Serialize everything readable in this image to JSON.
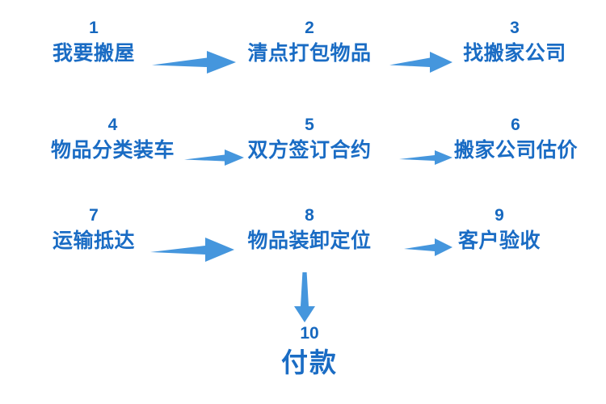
{
  "diagram": {
    "title": "",
    "accent_color": "#1a6cc4",
    "number_color": "#1668bf",
    "arrow_color": "#4596dd",
    "background_color": "#ffffff",
    "steps": [
      {
        "number": "1",
        "label": "我要搬屋"
      },
      {
        "number": "2",
        "label": "清点打包物品"
      },
      {
        "number": "3",
        "label": "找搬家公司"
      },
      {
        "number": "4",
        "label": "物品分类装车"
      },
      {
        "number": "5",
        "label": "双方签订合约"
      },
      {
        "number": "6",
        "label": "搬家公司估价"
      },
      {
        "number": "7",
        "label": "运输抵达"
      },
      {
        "number": "8",
        "label": "物品装卸定位"
      },
      {
        "number": "9",
        "label": "客户验收"
      },
      {
        "number": "10",
        "label": "付款"
      }
    ],
    "connectors": [
      {
        "from": "1",
        "to": "2",
        "direction": "right"
      },
      {
        "from": "2",
        "to": "3",
        "direction": "right"
      },
      {
        "from": "4",
        "to": "5",
        "direction": "right"
      },
      {
        "from": "5",
        "to": "6",
        "direction": "right"
      },
      {
        "from": "7",
        "to": "8",
        "direction": "right"
      },
      {
        "from": "8",
        "to": "9",
        "direction": "right"
      },
      {
        "from": "8",
        "to": "10",
        "direction": "down"
      }
    ]
  }
}
